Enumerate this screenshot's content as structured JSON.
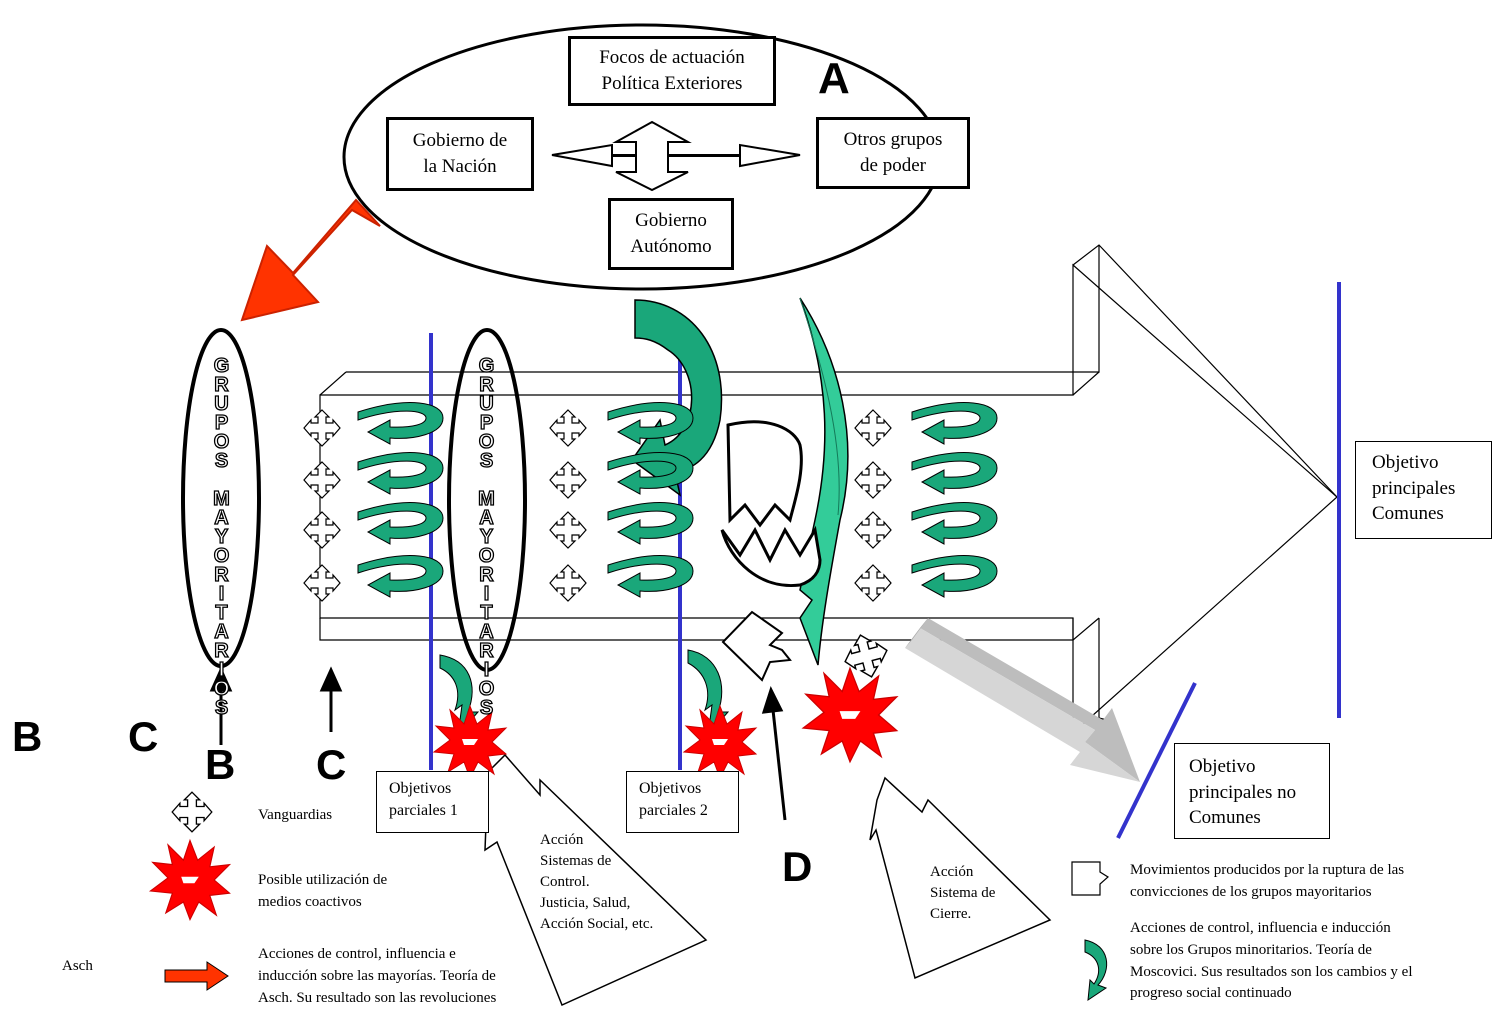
{
  "top_cluster": {
    "label": "A",
    "focos": "Focos de actuación\nPolítica Exteriores",
    "gobierno_nacion": "Gobierno de\nla Nación",
    "otros_grupos": "Otros grupos\nde poder",
    "gobierno_autonomo": "Gobierno\nAutónomo"
  },
  "groups_label": "GRUPOS MAYORITARIOS",
  "letters": {
    "b_large": "B",
    "c_large": "C",
    "b_small": "B",
    "c_small": "C",
    "d": "D"
  },
  "targets": {
    "objetivos_1": "Objetivos\nparciales 1",
    "objetivos_2": "Objetivos\nparciales 2",
    "comunes": "Objetivo\nprincipales\nComunes",
    "no_comunes": "Objetivo\nprincipales no\nComunes"
  },
  "callouts": {
    "control": "Acción\nSistemas de\nControl.\nJusticia, Salud,\nAcción Social, etc.",
    "cierre": "Acción\nSistema de\nCierre."
  },
  "legend": {
    "vanguardias": "Vanguardias",
    "coactivos": "Posible utilización de\nmedios coactivos",
    "asch_tag": "Asch",
    "asch_text": "Acciones de control, influencia e\ninducción sobre las mayorías. Teoría de\nAsch. Su resultado son las revoluciones",
    "ruptura": "Movimientos producidos por la ruptura de las\nconvicciones de los grupos mayoritarios",
    "moscovici": "Acciones de control, influencia e inducción\nsobre los Grupos minoritarios. Teoría de\nMoscovici. Sus resultados son los cambios y el\nprogreso social continuado"
  },
  "colors": {
    "red_arrow": "#ff3300",
    "teal": "#1aa77a",
    "teal_light": "#33cc99",
    "blue_line": "#3333cc",
    "burst": "#ff0000",
    "grey_arrow": "#c8c8c8"
  }
}
